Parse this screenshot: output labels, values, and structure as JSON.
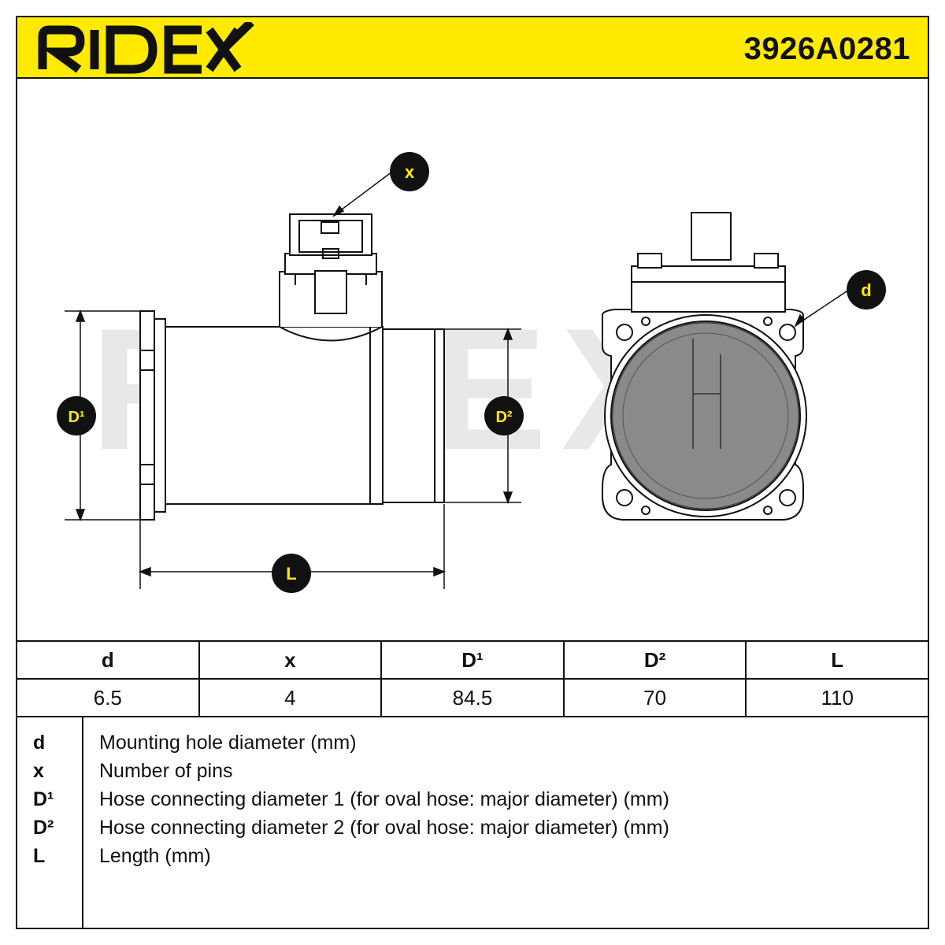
{
  "header": {
    "brand": "RIDEX",
    "part_number": "3926A0281"
  },
  "drawing": {
    "watermark": "RIDEX",
    "callouts": {
      "x": "x",
      "d": "d",
      "D1": "D¹",
      "D2": "D²",
      "L": "L"
    }
  },
  "table": {
    "headers": [
      "d",
      "x",
      "D¹",
      "D²",
      "L"
    ],
    "values": [
      "6.5",
      "4",
      "84.5",
      "70",
      "110"
    ]
  },
  "legend": [
    {
      "symbol": "d",
      "description": "Mounting hole diameter (mm)"
    },
    {
      "symbol": "x",
      "description": "Number of pins"
    },
    {
      "symbol": "D¹",
      "description": "Hose connecting diameter 1 (for oval hose: major diameter) (mm)"
    },
    {
      "symbol": "D²",
      "description": "Hose connecting diameter 2 (for oval hose: major diameter) (mm)"
    },
    {
      "symbol": "L",
      "description": "Length (mm)"
    }
  ],
  "colors": {
    "brand_yellow": "#ffea00",
    "ink": "#111111",
    "watermark": "#e6e6e6"
  }
}
